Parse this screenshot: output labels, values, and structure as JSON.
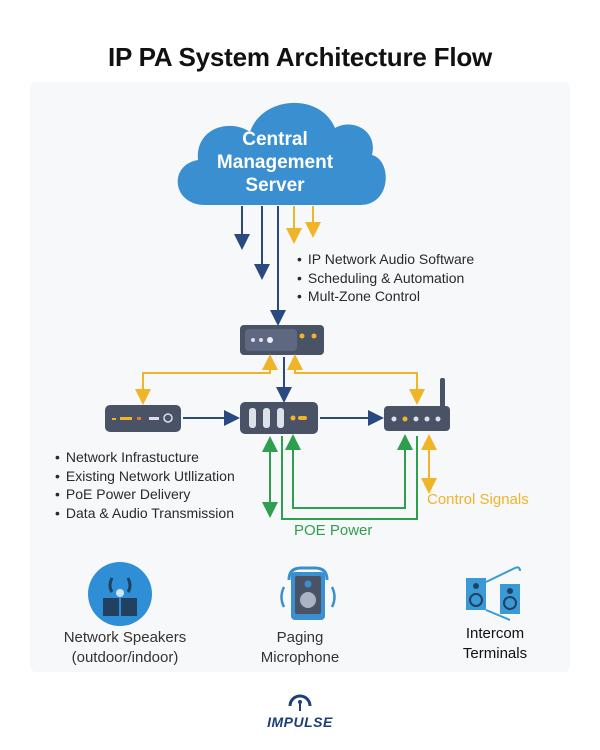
{
  "title": "IP PA System Architecture Flow",
  "server": {
    "label_lines": [
      "Central",
      "Management",
      "Server"
    ],
    "icon": "cloud-icon"
  },
  "software_features": [
    "IP Network Audio Software",
    "Scheduling & Automation",
    "Mult-Zone Control"
  ],
  "network_features": [
    "Network Infrastucture",
    "Existing Network Utllization",
    "PoE Power Delivery",
    "Data & Audio Transmission"
  ],
  "devices": {
    "controller": "controller-device-icon",
    "gateway": "gateway-device-icon",
    "switch": "network-switch-icon",
    "router": "router-icon"
  },
  "labels": {
    "control_signals": "Control Signals",
    "poe_power": "POE Power"
  },
  "endpoints": [
    {
      "line1": "Network Speakers",
      "line2": "(outdoor/indoor)",
      "icon": "network-speakers-icon"
    },
    {
      "line1": "Paging",
      "line2": "Microphone",
      "icon": "paging-microphone-icon"
    },
    {
      "line1": "Intercom",
      "line2": "Terminals",
      "icon": "intercom-terminals-icon"
    }
  ],
  "brand": "IMPULSE",
  "colors": {
    "cloud": "#3a8fd0",
    "device": "#4a5366",
    "data_line": "#2a4a7f",
    "control_line": "#f0b429",
    "power_line": "#2e9e4f"
  }
}
